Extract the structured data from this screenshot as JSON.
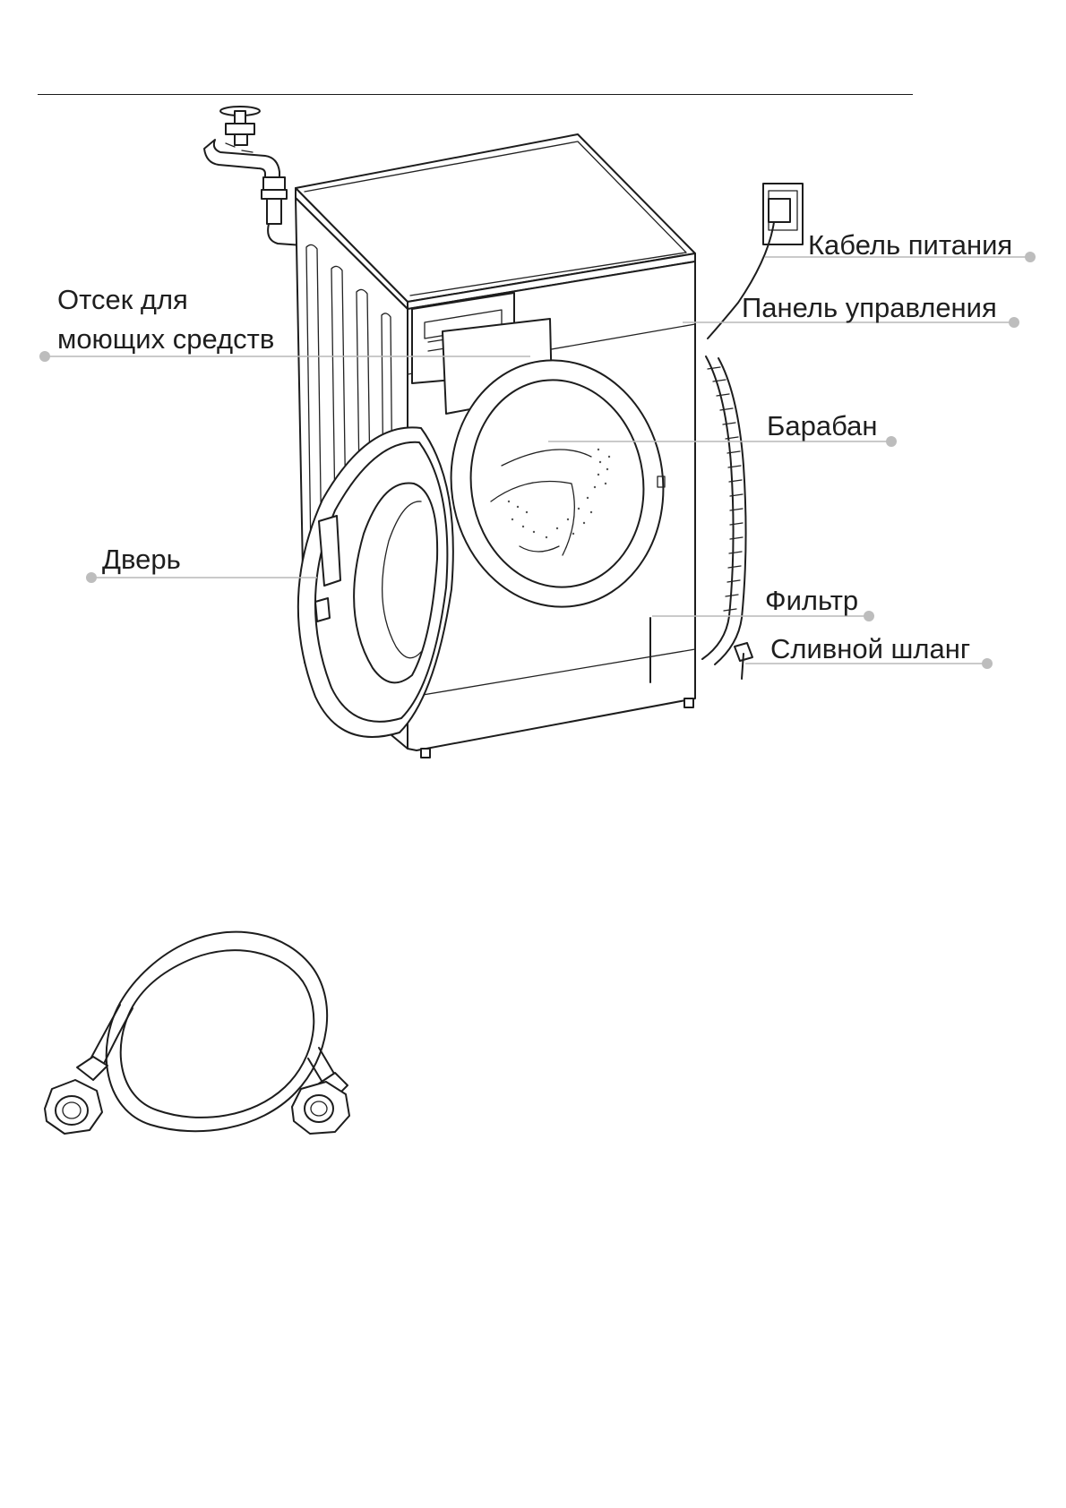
{
  "labels": {
    "power_cable": "Кабель питания",
    "control_panel": "Панель управления",
    "detergent_line1": "Отсек для",
    "detergent_line2": "моющих средств",
    "drum": "Барабан",
    "door": "Дверь",
    "filter": "Фильтр",
    "drain_hose": "Сливной шланг"
  }
}
